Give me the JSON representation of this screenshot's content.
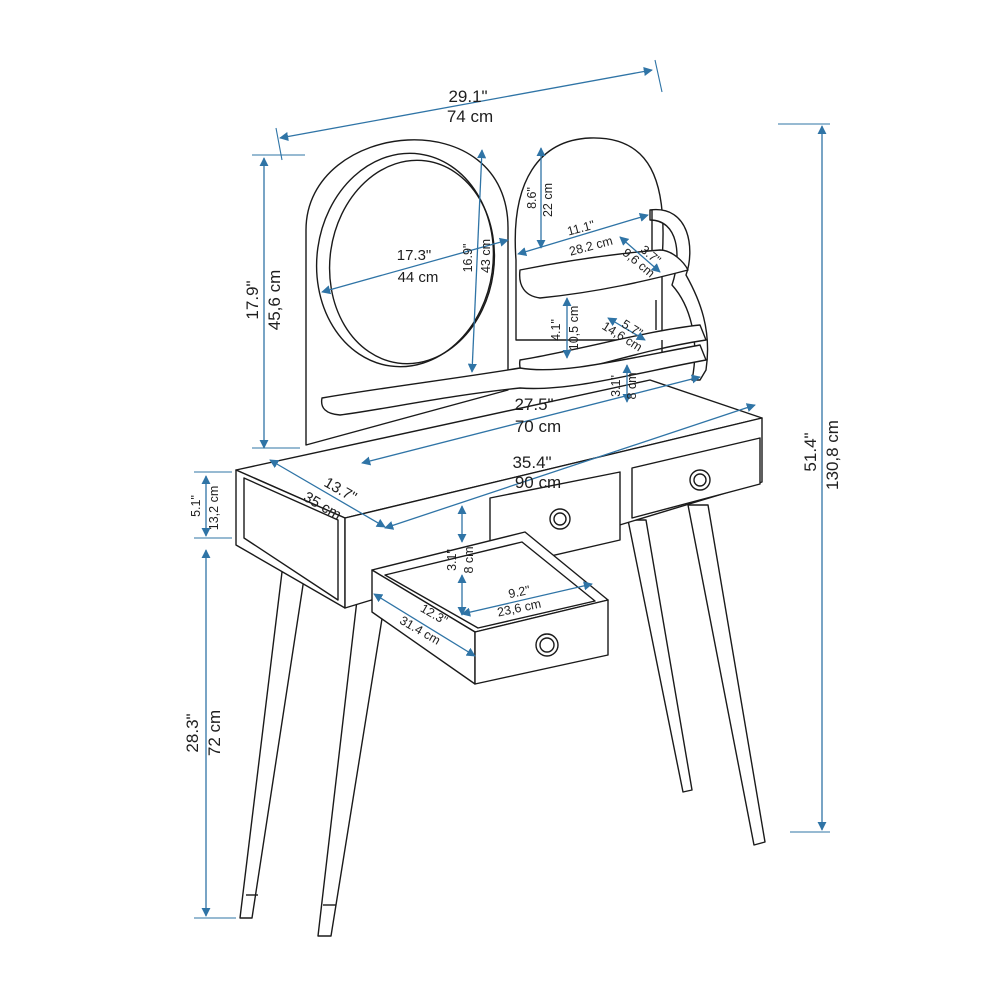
{
  "colors": {
    "dimension_line": "#2f74a6",
    "outline": "#1a1a1a",
    "background": "#ffffff"
  },
  "dimensions": {
    "total_width": {
      "inch": "29.1\"",
      "cm": "74 cm"
    },
    "mirror_panel_height": {
      "inch": "17.9\"",
      "cm": "45,6 cm"
    },
    "total_height": {
      "inch": "51.4\"",
      "cm": "130,8 cm"
    },
    "mirror_width": {
      "inch": "17.3\"",
      "cm": "44 cm"
    },
    "mirror_height": {
      "inch": "16.9\"",
      "cm": "43 cm"
    },
    "upper_gap": {
      "inch": "8.6\"",
      "cm": "22 cm"
    },
    "top_shelf_width": {
      "inch": "11.1\"",
      "cm": "28.2 cm"
    },
    "top_shelf_depth": {
      "inch": "3.7\"",
      "cm": "9,6 cm"
    },
    "shelf_gap": {
      "inch": "4.1\"",
      "cm": "10,5 cm"
    },
    "middle_shelf_depth": {
      "inch": "5.7\"",
      "cm": "14,6 cm"
    },
    "lower_shelf_width": {
      "inch": "27.5\"",
      "cm": "70 cm"
    },
    "lower_gap": {
      "inch": "3.1\"",
      "cm": "8 cm"
    },
    "table_width": {
      "inch": "35.4\"",
      "cm": "90 cm"
    },
    "table_depth": {
      "inch": "13.7\"",
      "cm": "35 cm"
    },
    "table_thickness": {
      "inch": "5.1\"",
      "cm": "13,2 cm"
    },
    "leg_height": {
      "inch": "28.3\"",
      "cm": "72 cm"
    },
    "drawer_height": {
      "inch": "3.1\"",
      "cm": "8 cm"
    },
    "drawer_width": {
      "inch": "9.2\"",
      "cm": "23,6 cm"
    },
    "drawer_depth": {
      "inch": "12.3\"",
      "cm": "31.4 cm"
    }
  }
}
